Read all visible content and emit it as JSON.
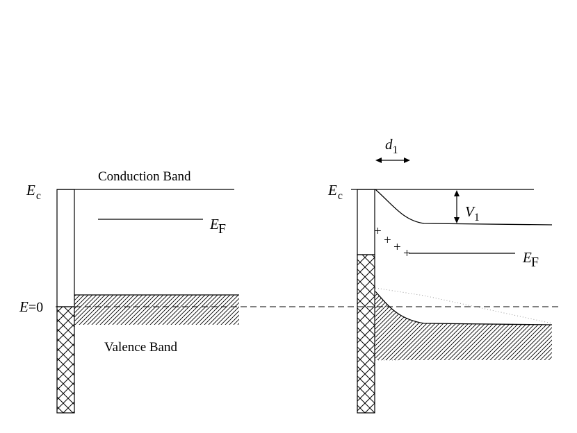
{
  "left_panel": {
    "ec_label": {
      "symbol": "E",
      "subscript": "c"
    },
    "ef_label": {
      "symbol": "E",
      "subscript": "F"
    },
    "zero_label": {
      "symbol": "E",
      "rest": "=0"
    },
    "conduction_band_label": "Conduction Band",
    "valence_band_label": "Valence Band"
  },
  "right_panel": {
    "ec_label": {
      "symbol": "E",
      "subscript": "c"
    },
    "ef_label": {
      "symbol": "E",
      "subscript": "F"
    },
    "d1_label": {
      "symbol": "d",
      "subscript": "1"
    },
    "v1_label": {
      "symbol": "V",
      "subscript": "1"
    },
    "charge_symbols": [
      "+",
      "+",
      "+",
      "+"
    ]
  },
  "colors": {
    "line": "#000000",
    "background": "#ffffff",
    "dotted": "#999999"
  }
}
